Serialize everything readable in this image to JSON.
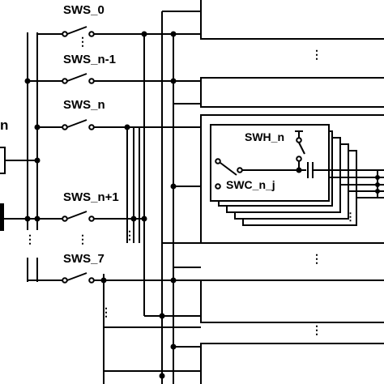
{
  "diagram": {
    "switch_labels": {
      "sws_0": "SWS_0",
      "sws_n_minus_1": "SWS_n-1",
      "sws_n": "SWS_n",
      "sws_n_plus_1": "SWS_n+1",
      "sws_7": "SWS_7",
      "swh_n": "SWH_n",
      "swc_n_j": "SWC_n_j"
    },
    "edge_label": "n",
    "ellipsis": "⋮"
  }
}
